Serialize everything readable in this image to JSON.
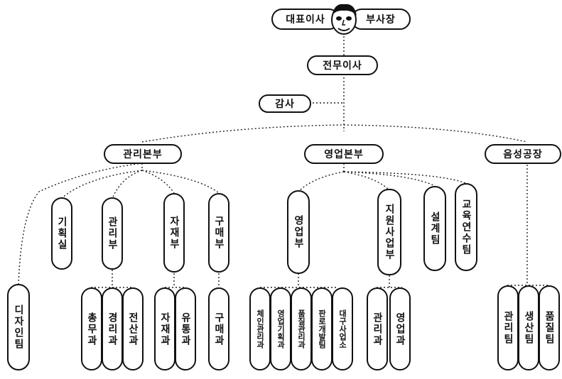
{
  "top": {
    "ceo": "대표이사",
    "vp": "부사장"
  },
  "executive_director": "전무이사",
  "auditor": "감사",
  "divisions": {
    "management": "관리본부",
    "sales": "영업본부",
    "factory": "음성공장"
  },
  "management_units": {
    "design_team": "디자인팀",
    "planning_office": "기획실",
    "admin_dept": "관리부",
    "materials_dept": "자재부",
    "purchasing_dept": "구매부",
    "general_affairs": "총무과",
    "accounting": "경리과",
    "computing": "전산과",
    "materials_section": "자재과",
    "distribution": "유통과",
    "purchasing_section": "구매과"
  },
  "sales_units": {
    "sales_dept": "영업부",
    "support_dept": "지원사업부",
    "design_team": "설계팀",
    "training_team": "교육연수팀",
    "chain_management": "체인관리과",
    "sales_planning": "영업기획과",
    "quality_management": "품질관리과",
    "development": "판로개발팀",
    "daegu_office": "대구사업소",
    "admin_section": "관리과",
    "sales_section": "영업과"
  },
  "factory_units": {
    "admin_team": "관리팀",
    "production_team": "생산팀",
    "quality_team": "품질팀"
  }
}
